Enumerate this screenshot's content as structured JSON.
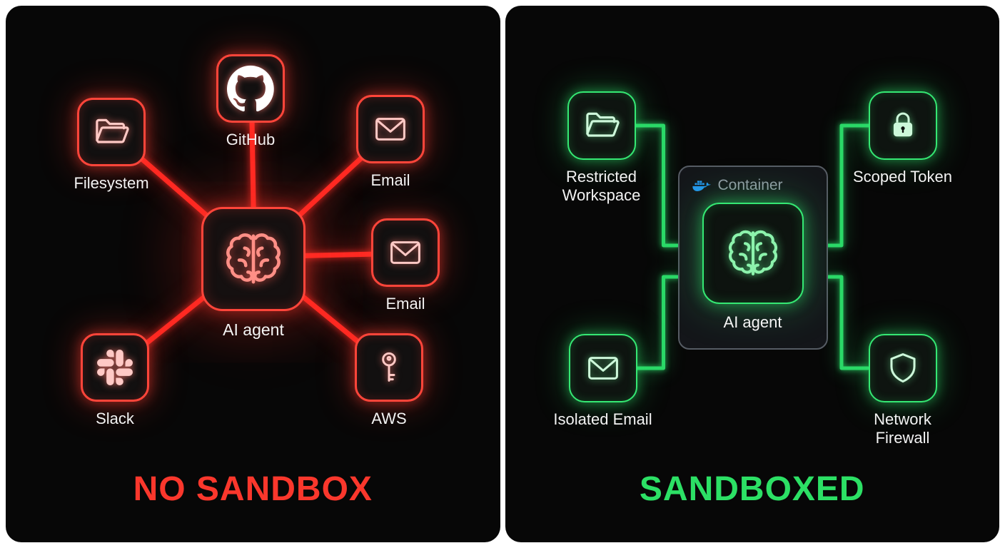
{
  "left_panel": {
    "title": "NO SANDBOX",
    "accent_color": "#ff3b30",
    "center_node": {
      "label": "AI agent",
      "icon": "brain-icon"
    },
    "nodes": [
      {
        "label": "Filesystem",
        "icon": "folder-icon"
      },
      {
        "label": "GitHub",
        "icon": "github-icon"
      },
      {
        "label": "Email",
        "icon": "envelope-icon"
      },
      {
        "label": "Email",
        "icon": "envelope-icon"
      },
      {
        "label": "Slack",
        "icon": "slack-icon"
      },
      {
        "label": "AWS",
        "icon": "key-icon"
      }
    ]
  },
  "right_panel": {
    "title": "SANDBOXED",
    "accent_color": "#2ce065",
    "container": {
      "label": "Container",
      "icon": "docker-icon"
    },
    "center_node": {
      "label": "AI agent",
      "icon": "brain-icon"
    },
    "nodes": [
      {
        "label": "Restricted Workspace",
        "icon": "folder-icon"
      },
      {
        "label": "Scoped Token",
        "icon": "lock-icon"
      },
      {
        "label": "Isolated Email",
        "icon": "envelope-icon"
      },
      {
        "label": "Network Firewall",
        "icon": "shield-icon"
      }
    ]
  }
}
